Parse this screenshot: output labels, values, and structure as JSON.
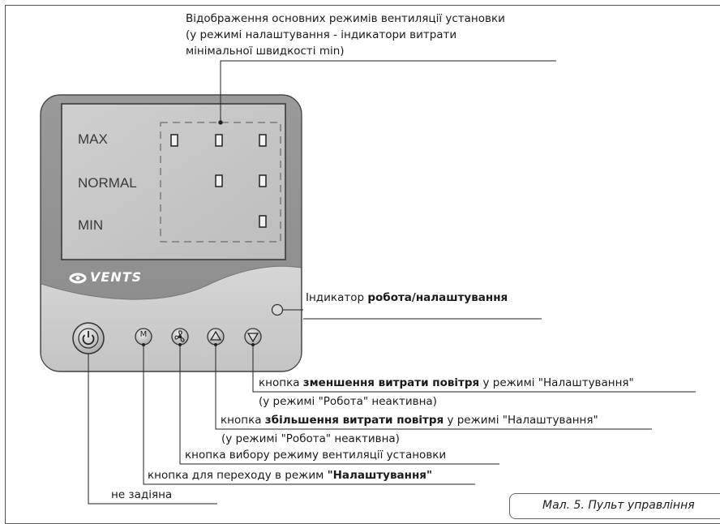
{
  "top_annotation": {
    "line1": "Відображення основних режимів вентиляції установки",
    "line2": "(у режимі налаштування - індикатори витрати",
    "line3": "мінімальної швидкості min)"
  },
  "panel": {
    "labels": {
      "max": "MAX",
      "normal": "NORMAL",
      "min": "MIN"
    },
    "brand": "VENTS",
    "mode_key": "M"
  },
  "indicator": {
    "prefix": "Індикатор ",
    "bold": "робота/налаштування"
  },
  "callouts": {
    "decrease": {
      "prefix": "кнопка ",
      "bold": "зменшення витрати повітря",
      "suffix": " у режимі \"Налаштування\"",
      "note": "(у режимі \"Робота\" неактивна)"
    },
    "increase": {
      "prefix": "кнопка ",
      "bold": "збільшення витрати повітря",
      "suffix": " у режимі \"Налаштування\"",
      "note": "(у режимі \"Робота\" неактивна)"
    },
    "mode_select": "кнопка вибору режиму вентиляції установки",
    "setup": {
      "prefix": "кнопка для переходу в режим ",
      "bold": "\"Налаштування\""
    },
    "unused": "не задіяна"
  },
  "caption": "Мал. 5. Пульт управління"
}
